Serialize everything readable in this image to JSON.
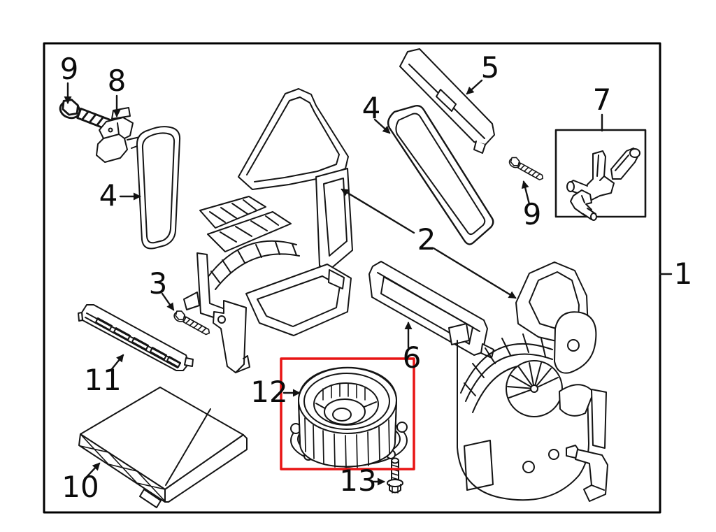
{
  "diagram": {
    "kind": "exploded-parts-line-diagram",
    "background": "#ffffff",
    "border_color": "#000000",
    "line_color": "#141414",
    "highlight_color": "#e81414",
    "highlighted_part_label": "12"
  },
  "callouts": {
    "c1": {
      "label": "1"
    },
    "c2": {
      "label": "2"
    },
    "c3": {
      "label": "3"
    },
    "c4_left": {
      "label": "4"
    },
    "c4_top": {
      "label": "4"
    },
    "c5": {
      "label": "5"
    },
    "c6": {
      "label": "6"
    },
    "c7": {
      "label": "7"
    },
    "c8": {
      "label": "8"
    },
    "c9_left": {
      "label": "9"
    },
    "c9_right": {
      "label": "9"
    },
    "c10": {
      "label": "10"
    },
    "c11": {
      "label": "11"
    },
    "c12": {
      "label": "12"
    },
    "c13": {
      "label": "13"
    }
  }
}
